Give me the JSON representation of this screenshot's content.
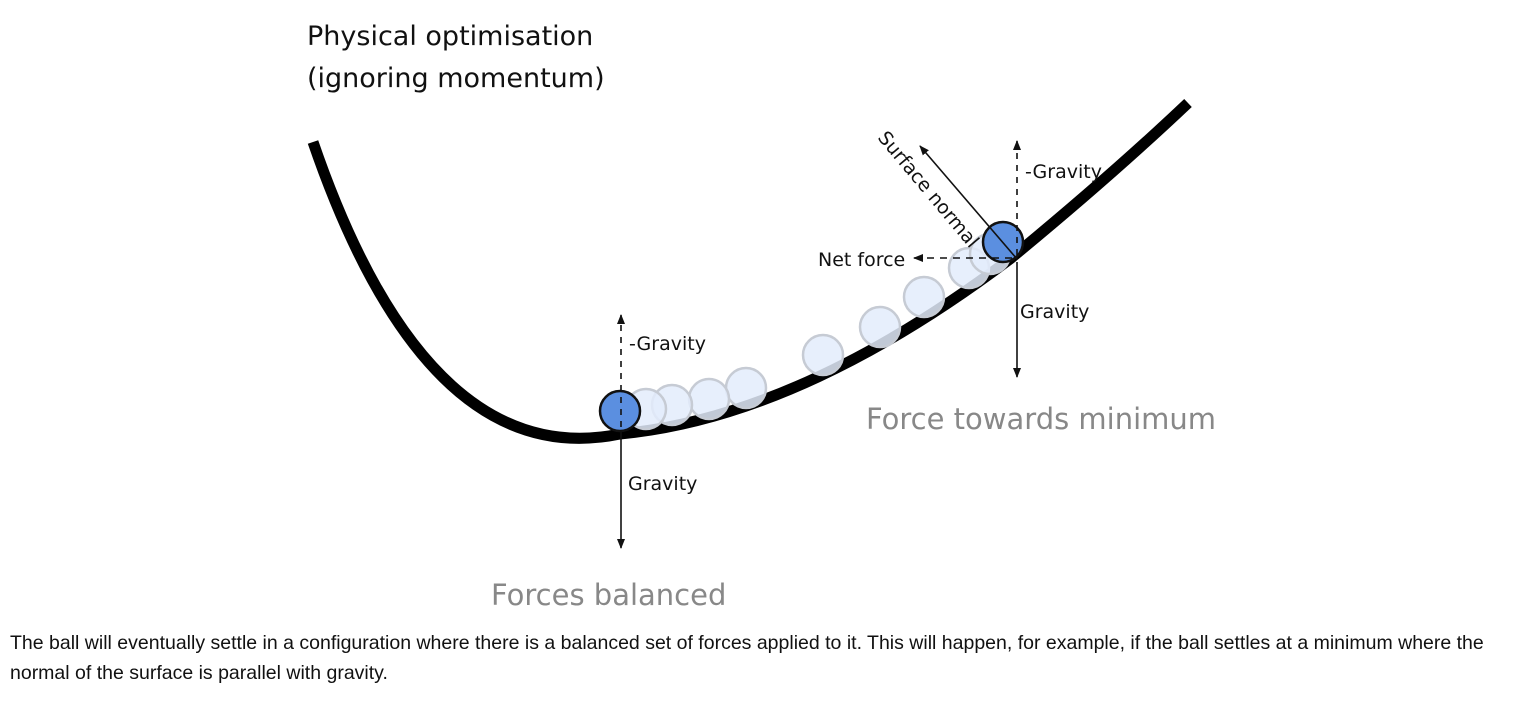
{
  "diagram": {
    "title_line1": "Physical optimisation",
    "title_line2": "(ignoring momentum)",
    "labels": {
      "minimum_neg_gravity": "-Gravity",
      "minimum_gravity": "Gravity",
      "slope_neg_gravity": "-Gravity",
      "slope_gravity": "Gravity",
      "surface_normal": "Surface normal",
      "net_force": "Net force"
    },
    "captions": {
      "balanced": "Forces balanced",
      "towards_minimum": "Force towards minimum"
    },
    "colors": {
      "curve": "#000000",
      "ball_fill": "#5b8fe0",
      "ball_stroke": "#111111",
      "ghost_fill": "#e3ecfb",
      "ghost_stroke": "#c6cbd4",
      "caption": "#888888"
    }
  },
  "description": "The ball will eventually settle in a configuration where there is a balanced set of forces applied to it. This will happen, for example, if the ball settles at a minimum where the normal of the surface is parallel with gravity."
}
